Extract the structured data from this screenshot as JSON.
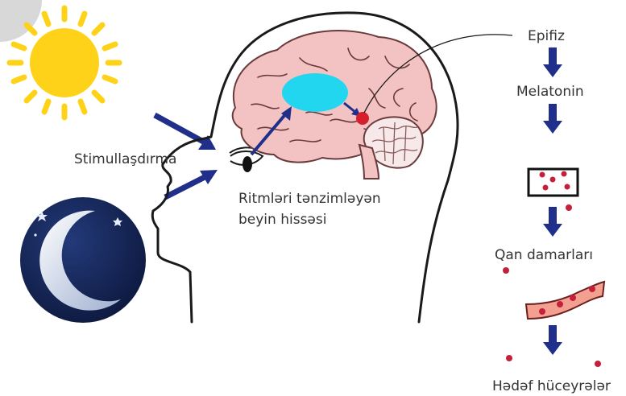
{
  "labels": {
    "stimulation": "Stimullaşdırma",
    "rhythm_region": "Ritmləri tənzimləyən beyin hissəsi",
    "pineal": "Epifiz",
    "melatonin": "Melatonin",
    "blood_vessels": "Qan damarları",
    "target_cells": "Hədəf hüceyrələr"
  },
  "icons": {
    "day": "sun-icon",
    "night": "moon-icon"
  },
  "colors": {
    "arrow": "#1f2f8a",
    "sun": "#ffd21a",
    "night_sky": "#0e1d4a",
    "brain": "#f3c2c2",
    "brain_outline": "#6b3b3b",
    "rhythm_region": "#22d6f0",
    "pineal": "#d51f2c",
    "blood_cell": "#c5203b",
    "vessel": "#f4a090"
  }
}
